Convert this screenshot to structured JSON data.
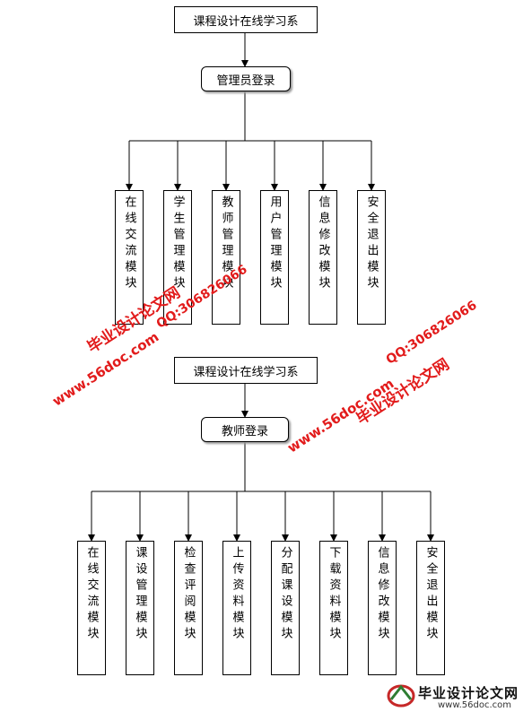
{
  "diagrams": [
    {
      "title": "课程设计在线学习系",
      "login": "管理员登录",
      "modules": [
        "在线交流模块",
        "学生管理模块",
        "教师管理模块",
        "用户管理模块",
        "信息修改模块",
        "安全退出模块"
      ]
    },
    {
      "title": "课程设计在线学习系",
      "login": "教师登录",
      "modules": [
        "在线交流模块",
        "课设管理模块",
        "检查评阅模块",
        "上传资料模块",
        "分配课设模块",
        "下载资料模块",
        "信息修改模块",
        "安全退出模块"
      ]
    }
  ],
  "watermarks": {
    "site_name": "毕业设计论文网",
    "url": "www.56doc.com",
    "qq": "QQ:306826066"
  },
  "footer_logo": {
    "title": "毕业设计论文网",
    "url": "www.56doc.com"
  },
  "colors": {
    "watermark": "#e21b1b",
    "lines": "#000000"
  }
}
